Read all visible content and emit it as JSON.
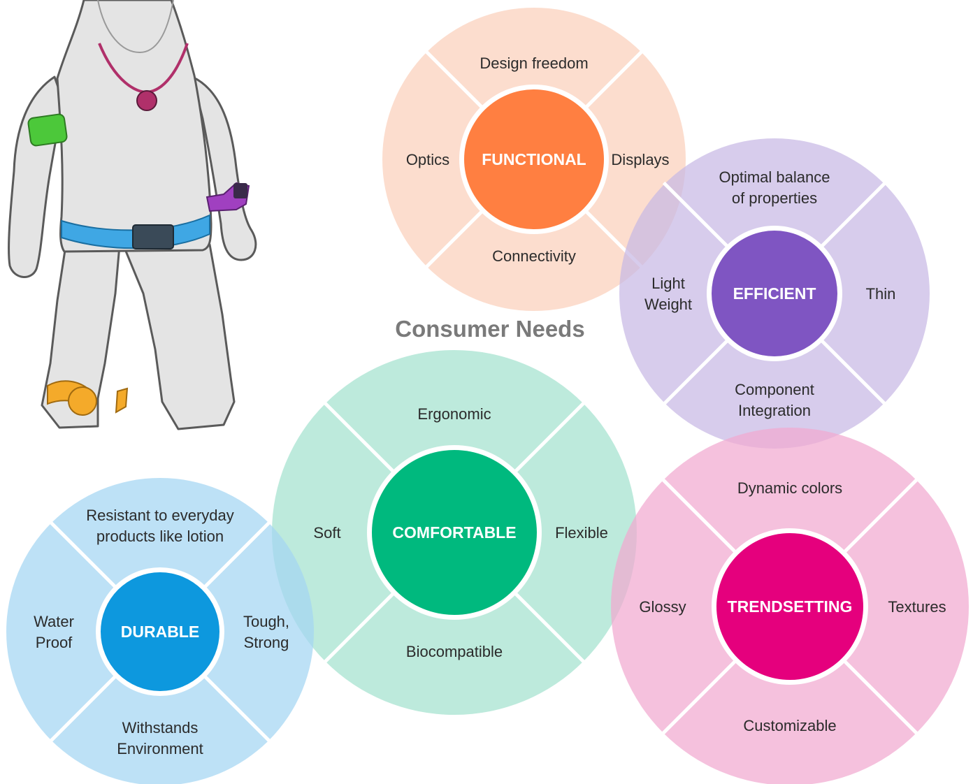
{
  "title": "Consumer Needs",
  "figure": {
    "devices": [
      "pendant-necklace",
      "armband",
      "wrist-band",
      "chest-belt",
      "ankle-band"
    ],
    "colors": {
      "skin": "#e4e4e4",
      "outline": "#5a5a5a",
      "necklace": "#b0306a",
      "armband": "#4cc83a",
      "wrist": "#a040c0",
      "belt": "#3fa7e4",
      "ankle": "#f4aa2a"
    }
  },
  "clusters": [
    {
      "key": "functional",
      "label": "FUNCTIONAL",
      "color": "#ff7f41",
      "tint": "#fbd0bb",
      "top": [
        "Design freedom"
      ],
      "right": [
        "Displays"
      ],
      "bottom": [
        "Connectivity"
      ],
      "left": [
        "Optics"
      ]
    },
    {
      "key": "efficient",
      "label": "EFFICIENT",
      "color": "#7f55c2",
      "tint": "#c8b8e4",
      "top": [
        "Optimal balance",
        "of properties"
      ],
      "right": [
        "Thin"
      ],
      "bottom": [
        "Component",
        "Integration"
      ],
      "left": [
        "Light",
        "Weight"
      ]
    },
    {
      "key": "comfortable",
      "label": "COMFORTABLE",
      "color": "#00b97e",
      "tint": "#a4e2cf",
      "top": [
        "Ergonomic"
      ],
      "right": [
        "Flexible"
      ],
      "bottom": [
        "Biocompatible"
      ],
      "left": [
        "Soft"
      ]
    },
    {
      "key": "trendsetting",
      "label": "TRENDSETTING",
      "color": "#e5007d",
      "tint": "#f1a9d0",
      "top": [
        "Dynamic colors"
      ],
      "right": [
        "Textures"
      ],
      "bottom": [
        "Customizable"
      ],
      "left": [
        "Glossy"
      ]
    },
    {
      "key": "durable",
      "label": "DURABLE",
      "color": "#0d98de",
      "tint": "#a4d6f2",
      "top": [
        "Resistant to everyday",
        "products like lotion"
      ],
      "right": [
        "Tough,",
        "Strong"
      ],
      "bottom": [
        "Withstands",
        "Environment"
      ],
      "left": [
        "Water",
        "Proof"
      ]
    }
  ]
}
